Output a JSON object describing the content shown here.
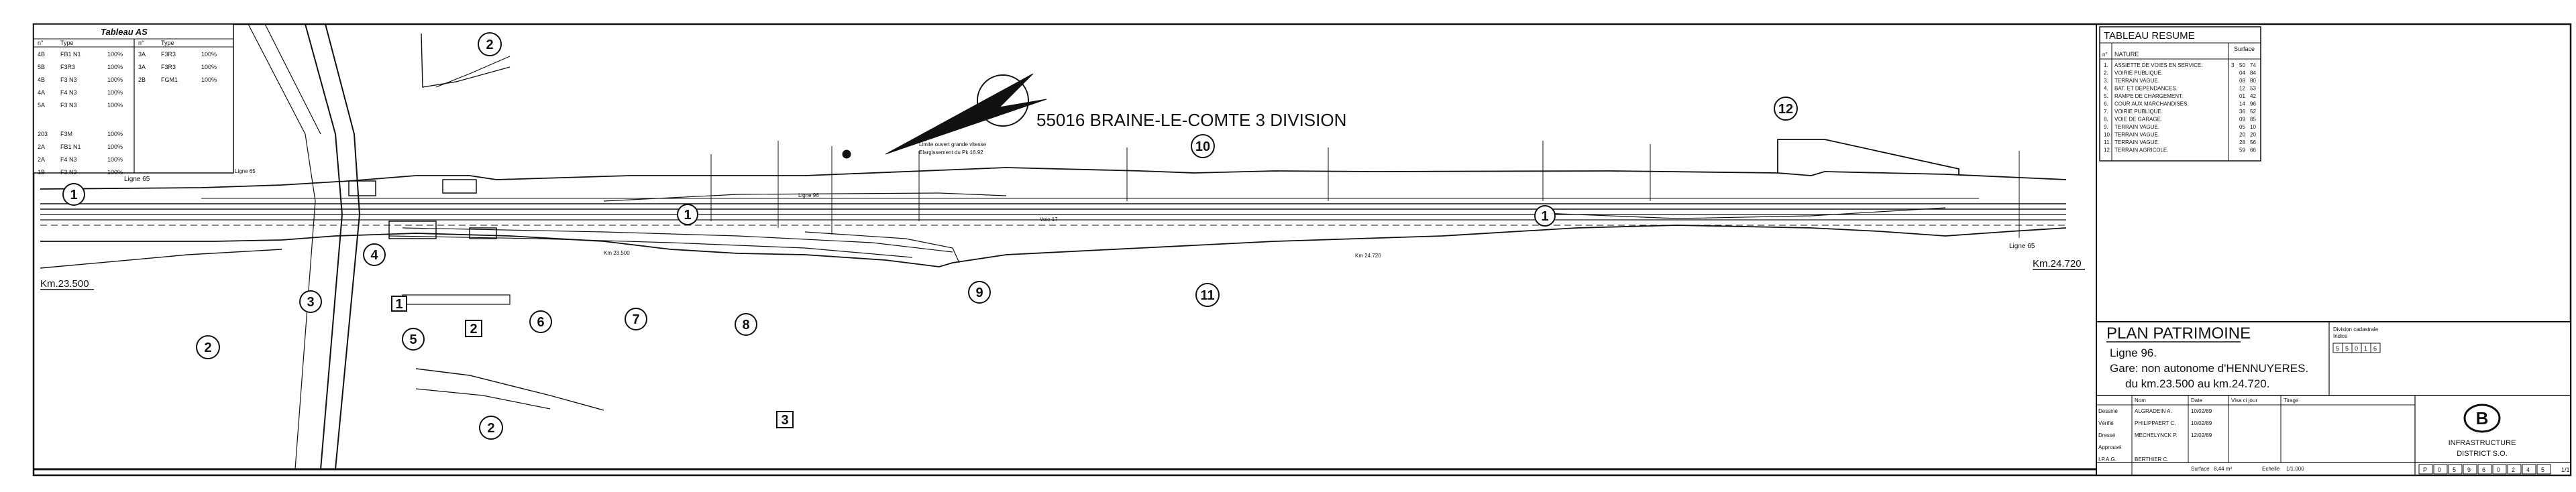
{
  "drawing": {
    "station_title": "55016 BRAINE-LE-COMTE 3 DIVISION",
    "km_start": "Km.23.500",
    "km_end": "Km.24.720",
    "line_left": "Ligne 65",
    "line_right": "Ligne 65",
    "small_notes": [
      "Ligne 65",
      "Ligne 96",
      "Km 23.500",
      "Km 24.720",
      "Limite ouvert grande vitesse",
      "Elargissement du Pk 16.92",
      "Voie 17"
    ],
    "callouts": [
      {
        "label": "1"
      },
      {
        "label": "2"
      },
      {
        "label": "2"
      },
      {
        "label": "2"
      },
      {
        "label": "2"
      },
      {
        "label": "3"
      },
      {
        "label": "4"
      },
      {
        "label": "5"
      },
      {
        "label": "6"
      },
      {
        "label": "7"
      },
      {
        "label": "8"
      },
      {
        "label": "9"
      },
      {
        "label": "10"
      },
      {
        "label": "11"
      },
      {
        "label": "12"
      },
      {
        "label": "1"
      },
      {
        "label": "1"
      }
    ],
    "square_callouts": [
      {
        "label": "1"
      },
      {
        "label": "2"
      },
      {
        "label": "3"
      }
    ]
  },
  "tableau_as": {
    "title": "Tableau AS",
    "headers": [
      "n°",
      "Type",
      "",
      "n°",
      "Type",
      ""
    ],
    "rows": [
      [
        "4B",
        "FB1 N1",
        "100%",
        "3A",
        "F3R3",
        "100%"
      ],
      [
        "5B",
        "F3R3",
        "100%",
        "3A",
        "F3R3",
        "100%"
      ],
      [
        "4B",
        "F3 N3",
        "100%",
        "2B",
        "FGM1",
        "100%"
      ],
      [
        "4A",
        "F4 N3",
        "100%",
        "",
        "",
        ""
      ],
      [
        "5A",
        "F3 N3",
        "100%",
        "",
        "",
        ""
      ],
      [
        "203",
        "F3M",
        "100%",
        "",
        "",
        ""
      ],
      [
        "2A",
        "FB1 N1",
        "100%",
        "",
        "",
        ""
      ],
      [
        "2A",
        "F4 N3",
        "100%",
        "",
        "",
        ""
      ],
      [
        "1B",
        "F3 N3",
        "100%",
        "",
        "",
        ""
      ]
    ]
  },
  "tableau_resume": {
    "title": "TABLEAU RESUME",
    "col_nature": "NATURE",
    "col_surface": "Surface",
    "col_n": "n°",
    "rows": [
      {
        "n": "1",
        "nature": "ASSIETTE DE VOIES EN SERVICE",
        "ha": "3",
        "a": "50",
        "ca": "74"
      },
      {
        "n": "2",
        "nature": "VOIRIE PUBLIQUE",
        "ha": "",
        "a": "04",
        "ca": "84"
      },
      {
        "n": "3",
        "nature": "TERRAIN VAGUE",
        "ha": "",
        "a": "08",
        "ca": "80"
      },
      {
        "n": "4",
        "nature": "BAT. ET DEPENDANCES",
        "ha": "",
        "a": "12",
        "ca": "53"
      },
      {
        "n": "5",
        "nature": "RAMPE DE CHARGEMENT",
        "ha": "",
        "a": "01",
        "ca": "42"
      },
      {
        "n": "6",
        "nature": "COUR AUX MARCHANDISES",
        "ha": "",
        "a": "14",
        "ca": "96"
      },
      {
        "n": "7",
        "nature": "VOIRIE PUBLIQUE",
        "ha": "",
        "a": "36",
        "ca": "52"
      },
      {
        "n": "8",
        "nature": "VOIE DE GARAGE",
        "ha": "",
        "a": "09",
        "ca": "85"
      },
      {
        "n": "9",
        "nature": "TERRAIN VAGUE",
        "ha": "",
        "a": "05",
        "ca": "10"
      },
      {
        "n": "10",
        "nature": "TERRAIN VAGUE",
        "ha": "",
        "a": "20",
        "ca": "20"
      },
      {
        "n": "11",
        "nature": "TERRAIN VAGUE",
        "ha": "",
        "a": "28",
        "ca": "56"
      },
      {
        "n": "12",
        "nature": "TERRAIN AGRICOLE",
        "ha": "",
        "a": "59",
        "ca": "66"
      }
    ]
  },
  "title_block": {
    "main": "PLAN PATRIMOINE",
    "line": "Ligne 96.",
    "gare": "Gare: non autonome d'HENNUYERES.",
    "km": "du km.23.500 au km.24.720.",
    "doc_label": "Division cadastrale",
    "doc_value": "Indice",
    "doc_boxes": [
      "5",
      "5",
      "0",
      "1",
      "6"
    ],
    "col_nom": "Nom",
    "col_date": "Date",
    "col_vise": "Visa ci jour",
    "col_tirage": "Tirage",
    "roles": [
      {
        "role": "Dessiné",
        "name": "ALGRADEIN A.",
        "date": "10/02/89"
      },
      {
        "role": "Vérifié",
        "name": "PHILIPPAERT C.",
        "date": "10/02/89"
      },
      {
        "role": "Dressé",
        "name": "MECHELYNCK P.",
        "date": "12/02/89"
      },
      {
        "role": "Approuvé",
        "name": "",
        "date": ""
      },
      {
        "role": "I.P.A.G.",
        "name": "BERTHIER C.",
        "date": ""
      }
    ],
    "logo": "B",
    "org_1": "INFRASTRUCTURE",
    "org_2": "DISTRICT S.O.",
    "surface_label": "Surface",
    "surface_value": "8,44 m²",
    "scale_label": "Echelle",
    "scale_value": "1/1.000",
    "number_boxes": [
      "P",
      "0",
      "5",
      "9",
      "6",
      "0",
      "2",
      "4",
      "5"
    ],
    "sheet": "1/1"
  },
  "colors": {
    "ink": "#111111",
    "paper": "#ffffff"
  }
}
